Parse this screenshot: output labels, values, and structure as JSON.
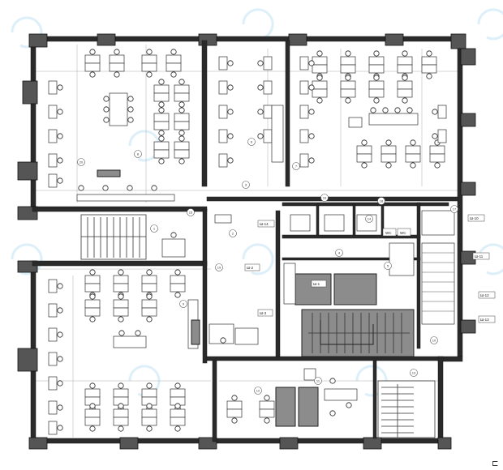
{
  "plan": {
    "room_numbers": [
      "1",
      "2",
      "3",
      "4",
      "5",
      "6",
      "7",
      "8",
      "9",
      "10",
      "11",
      "12",
      "13",
      "14",
      "15",
      "16",
      "17",
      "18",
      "19",
      "20"
    ],
    "labels": {
      "wc_left": "WC",
      "wc_right": "WC",
      "shaft_a": "Ш-1",
      "shaft_b": "Ш-2",
      "shaft_c": "Ш-3",
      "node_1": "Ш-10",
      "node_2": "Ш-11",
      "node_3": "Ш-12",
      "node_4": "Ш-13",
      "node_5": "Ш-14"
    },
    "colors": {
      "wall": "#2a2a2a",
      "core_gray": "#8c8c8c",
      "watermark": "#cfe8f7"
    },
    "watermark_icon": "refresh-arrow-icon",
    "corner_mark": "⊏"
  }
}
